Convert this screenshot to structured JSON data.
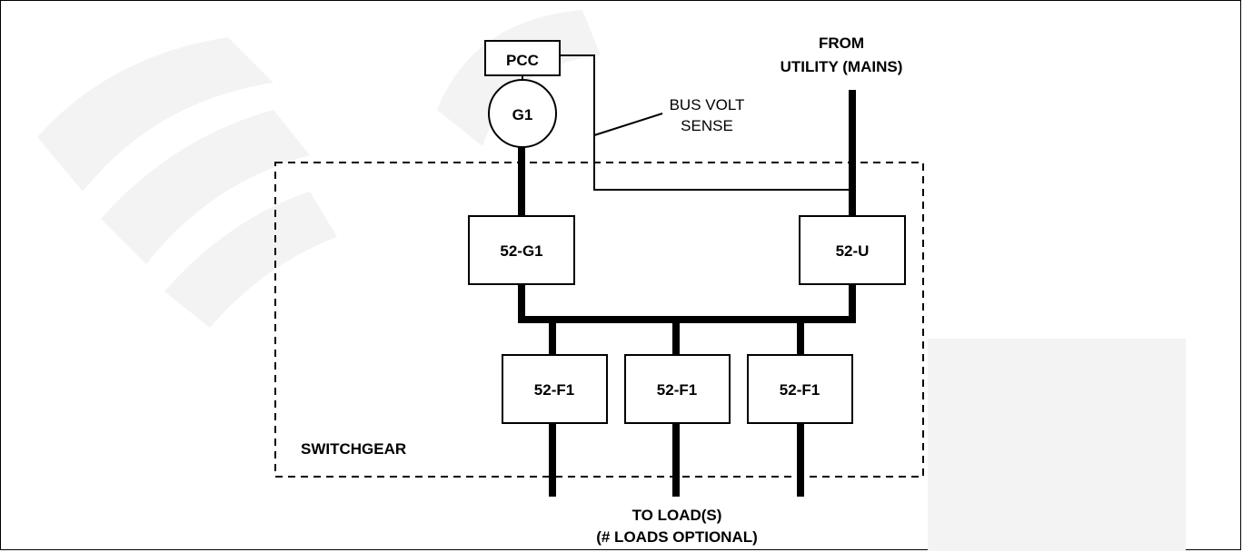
{
  "diagram": {
    "pcc": "PCC",
    "generator": "G1",
    "utility_line1": "FROM",
    "utility_line2": "UTILITY (MAINS)",
    "bus_sense_line1": "BUS VOLT",
    "bus_sense_line2": "SENSE",
    "breaker_gen": "52-G1",
    "breaker_utility": "52-U",
    "feeders": [
      "52-F1",
      "52-F1",
      "52-F1"
    ],
    "switchgear": "SWITCHGEAR",
    "load_line1": "TO LOAD(S)",
    "load_line2": "(# LOADS OPTIONAL)"
  }
}
